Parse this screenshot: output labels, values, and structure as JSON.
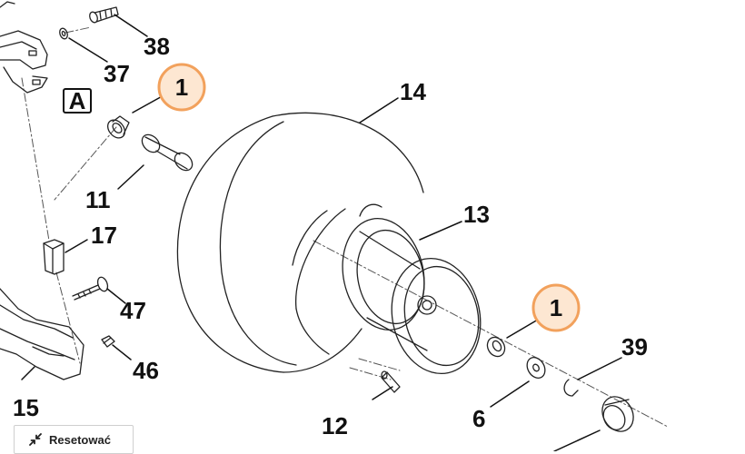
{
  "diagram": {
    "section_badge": "A",
    "highlight_color": "#f2a15c",
    "callouts": {
      "c1_top": "1",
      "c1_mid": "1",
      "c14": "14",
      "c13": "13",
      "c11": "11",
      "c17": "17",
      "c47": "47",
      "c46": "46",
      "c15": "15",
      "c12": "12",
      "c6": "6",
      "c39": "39",
      "c38": "38",
      "c37": "37"
    }
  },
  "toolbar": {
    "reset_label": "Resetować",
    "reset_icon": "collapse-arrows-icon"
  }
}
